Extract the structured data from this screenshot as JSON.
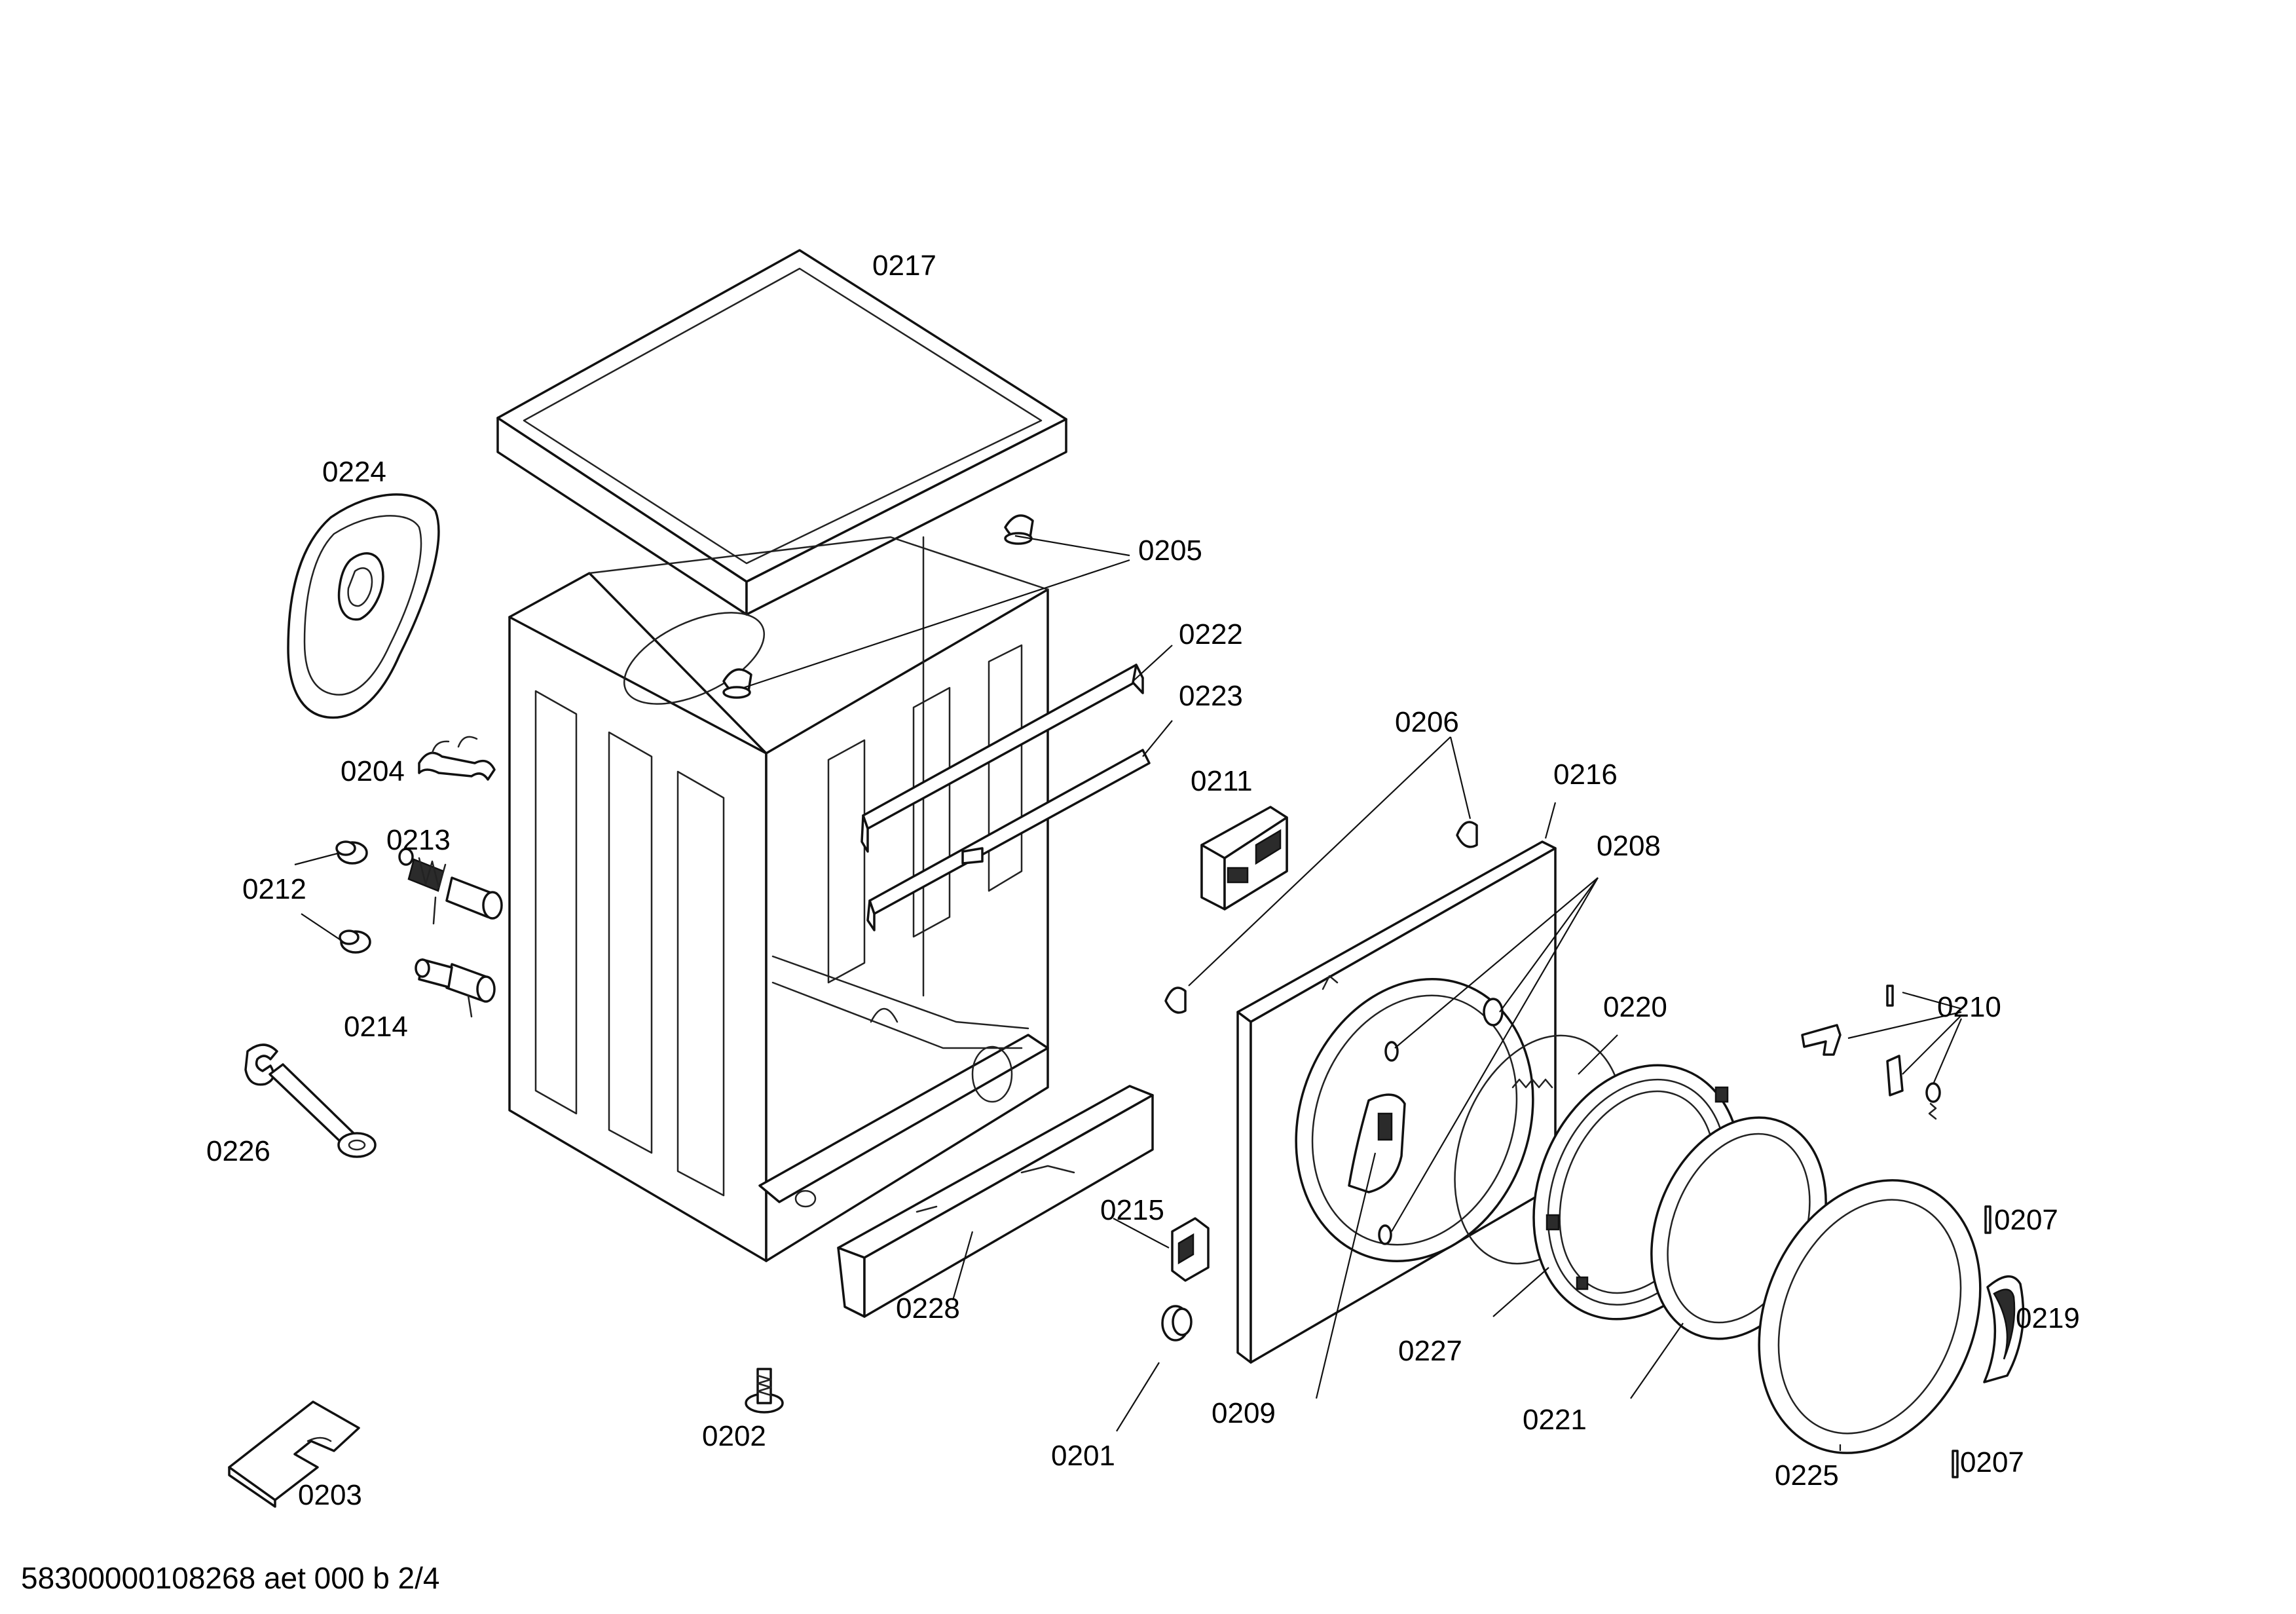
{
  "document_id": "58300000108268 aet 000 b 2/4",
  "callouts": {
    "p0201": "0201",
    "p0202": "0202",
    "p0203": "0203",
    "p0204": "0204",
    "p0205": "0205",
    "p0206": "0206",
    "p0207a": "0207",
    "p0207b": "0207",
    "p0208": "0208",
    "p0209": "0209",
    "p0210": "0210",
    "p0211": "0211",
    "p0212": "0212",
    "p0213": "0213",
    "p0214": "0214",
    "p0215": "0215",
    "p0216": "0216",
    "p0217": "0217",
    "p0219": "0219",
    "p0220": "0220",
    "p0221": "0221",
    "p0222": "0222",
    "p0223": "0223",
    "p0224": "0224",
    "p0225": "0225",
    "p0226": "0226",
    "p0227": "0227",
    "p0228": "0228"
  }
}
